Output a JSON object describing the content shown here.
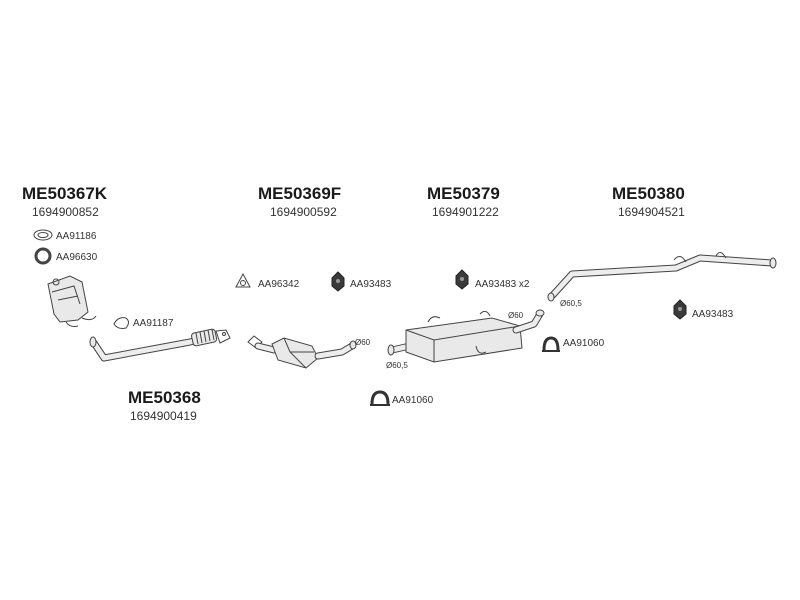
{
  "assemblies": [
    {
      "code": "ME50367K",
      "oe": "1694900852"
    },
    {
      "code": "ME50369F",
      "oe": "1694900592"
    },
    {
      "code": "ME50379",
      "oe": "1694901222"
    },
    {
      "code": "ME50380",
      "oe": "1694904521"
    },
    {
      "code": "ME50368",
      "oe": "1694900419"
    }
  ],
  "parts": {
    "gasket_aa91186": "AA91186",
    "ring_aa96630": "AA96630",
    "gasket_aa91187": "AA91187",
    "gasket_aa96342": "AA96342",
    "mount_aa93483_a": "AA93483",
    "mount_aa93483_x2": "AA93483 x2",
    "mount_aa93483_b": "AA93483",
    "clamp_aa91060_a": "AA91060",
    "clamp_aa91060_b": "AA91060"
  },
  "diameters": {
    "cat_outlet": "Ø60",
    "muffler_inlet": "Ø60,5",
    "muffler_outlet": "Ø60",
    "tail_inlet": "Ø60,5"
  },
  "colors": {
    "line": "#444444",
    "part_fill": "#e9e9e9",
    "rubber": "#3a3a3a"
  }
}
